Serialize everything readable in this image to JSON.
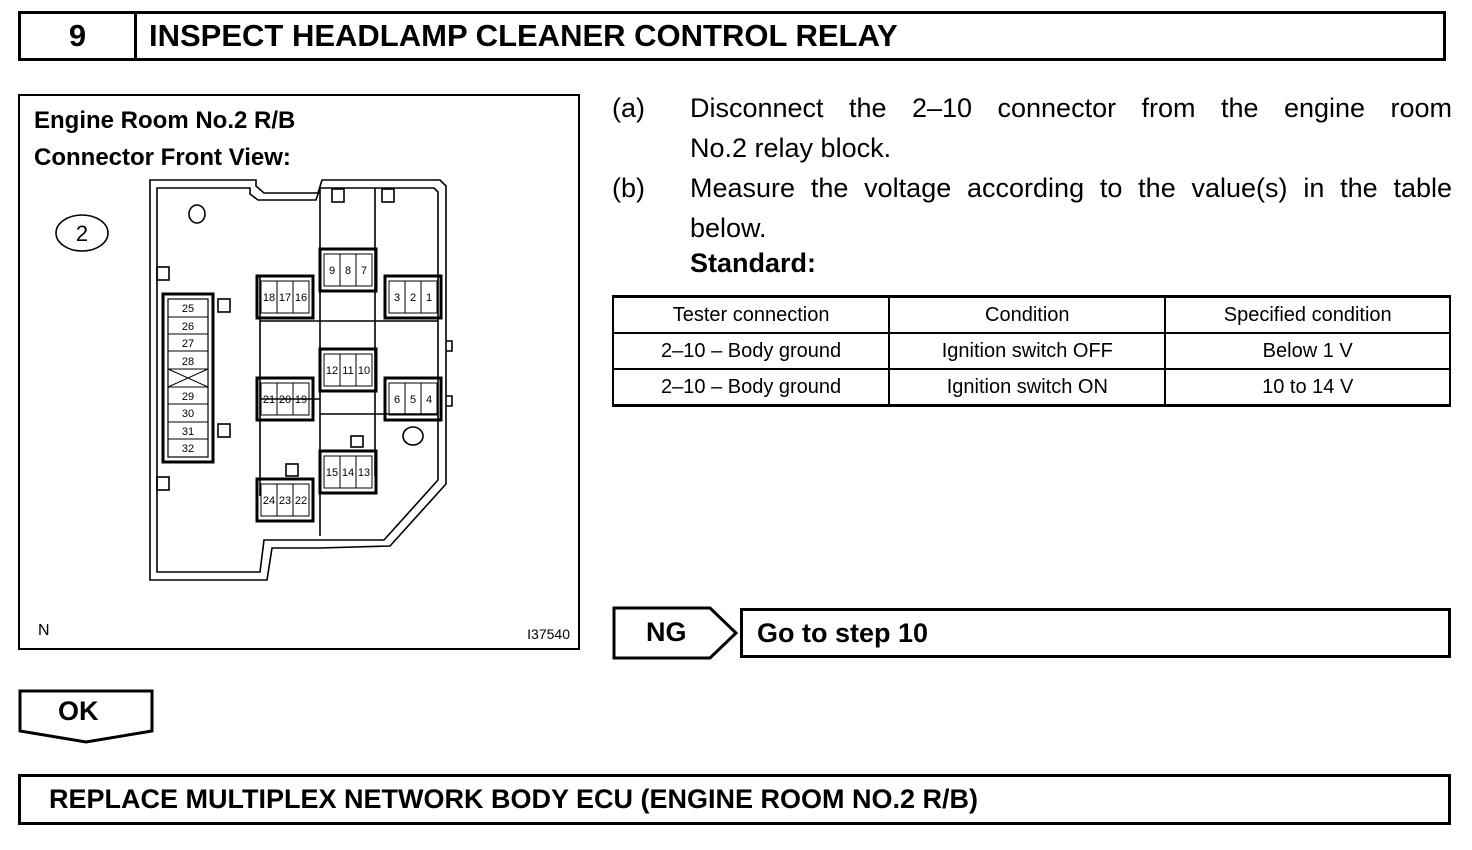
{
  "step": {
    "number": "9",
    "title": "INSPECT HEADLAMP CLEANER CONTROL RELAY"
  },
  "figure": {
    "caption_line1": "Engine Room No.2 R/B",
    "caption_line2": "Connector Front View:",
    "block_number": "2",
    "corner_mark": "N",
    "figure_id": "I37540",
    "left_connector_pins": [
      "25",
      "26",
      "27",
      "28",
      "29",
      "30",
      "31",
      "32"
    ],
    "relay_groups": [
      [
        "9",
        "8",
        "7"
      ],
      [
        "18",
        "17",
        "16"
      ],
      [
        "3",
        "2",
        "1"
      ],
      [
        "12",
        "11",
        "10"
      ],
      [
        "21",
        "20",
        "19"
      ],
      [
        "6",
        "5",
        "4"
      ],
      [
        "15",
        "14",
        "13"
      ],
      [
        "24",
        "23",
        "22"
      ]
    ]
  },
  "instructions": {
    "a_label": "(a)",
    "a_text_line1": "Disconnect the 2–10 connector from the engine room",
    "a_text_line2": "No.2 relay block.",
    "b_label": "(b)",
    "b_text_line1": "Measure the voltage according to the value(s) in the table",
    "b_text_line2": "below.",
    "standard_label": "Standard:"
  },
  "table": {
    "headers": [
      "Tester connection",
      "Condition",
      "Specified condition"
    ],
    "rows": [
      [
        "2–10 – Body ground",
        "Ignition switch OFF",
        "Below 1 V"
      ],
      [
        "2–10 – Body ground",
        "Ignition switch ON",
        "10 to 14 V"
      ]
    ]
  },
  "ng_branch": {
    "label": "NG",
    "action": "Go to step 10"
  },
  "ok_branch": {
    "label": "OK"
  },
  "final_action": "REPLACE MULTIPLEX NETWORK BODY ECU (ENGINE ROOM NO.2 R/B)"
}
